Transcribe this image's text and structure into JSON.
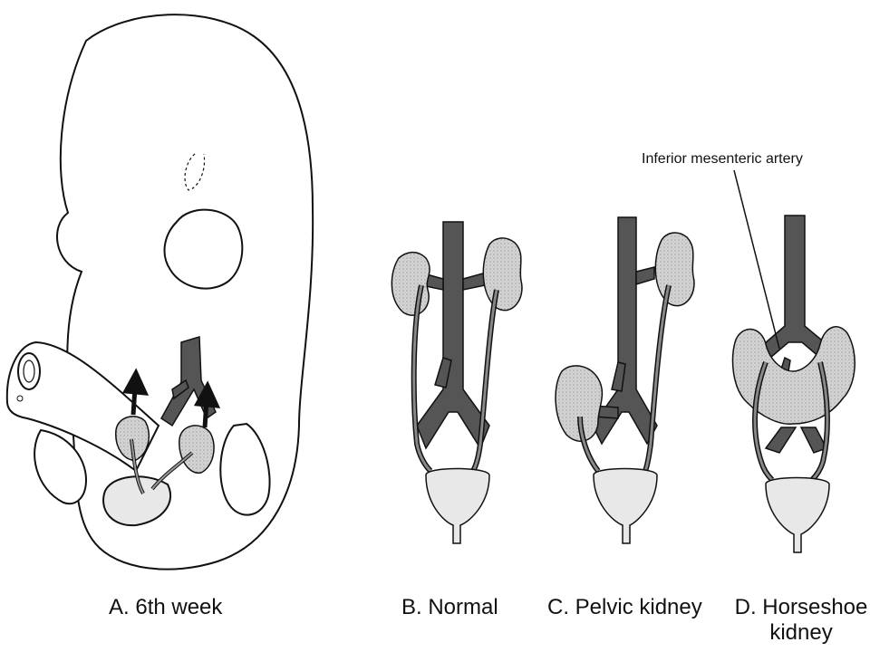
{
  "panels": [
    {
      "id": "a",
      "caption": "A. 6th week"
    },
    {
      "id": "b",
      "caption": "B. Normal"
    },
    {
      "id": "c",
      "caption": "C. Pelvic kidney"
    },
    {
      "id": "d",
      "caption_line1": "D. Horseshoe",
      "caption_line2": "kidney"
    }
  ],
  "annotation": "Inferior mesenteric artery",
  "colors": {
    "vessel": "#555555",
    "kidney": "#cfcfcf",
    "bladder": "#e8e8e8",
    "outline": "#111111",
    "embryo_fill": "#ffffff"
  }
}
